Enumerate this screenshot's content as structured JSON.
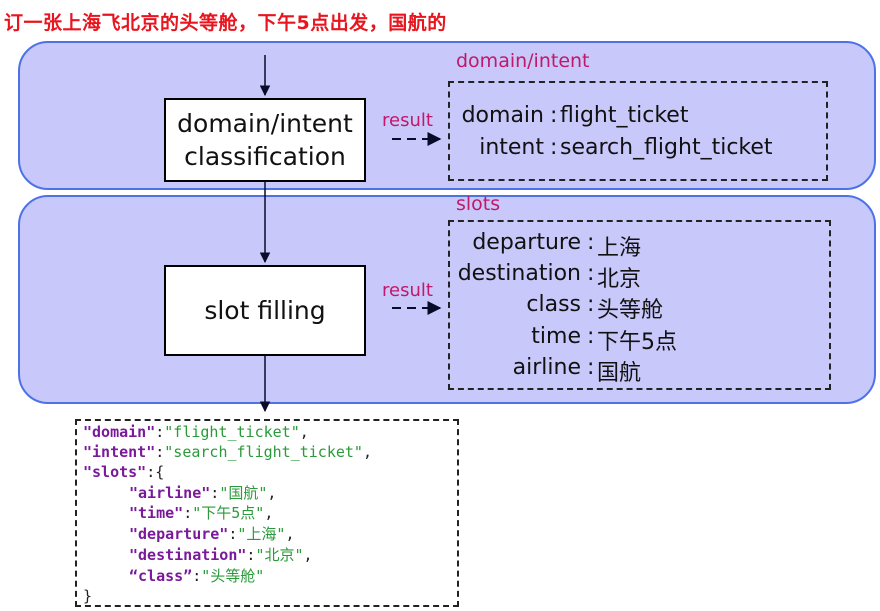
{
  "title": "订一张上海飞北京的头等舱，下午5点出发，国航的",
  "stages": [
    {
      "panel_label": "domain/intent",
      "box_label": "domain/intent\nclassification",
      "result_label": "result",
      "results": [
        {
          "key": "domain",
          "value": "flight_ticket"
        },
        {
          "key": "intent",
          "value": "search_flight_ticket"
        }
      ]
    },
    {
      "panel_label": "slots",
      "box_label": "slot filling",
      "result_label": "result",
      "results": [
        {
          "key": "departure",
          "value": "上海"
        },
        {
          "key": "destination",
          "value": "北京"
        },
        {
          "key": "class",
          "value": "头等舱"
        },
        {
          "key": "time",
          "value": "下午5点"
        },
        {
          "key": "airline",
          "value": "国航"
        }
      ]
    }
  ],
  "json_output": {
    "domain_key": "\"domain\"",
    "domain_value": "\"flight_ticket\"",
    "intent_key": "\"intent\"",
    "intent_value": "\"search_flight_ticket\"",
    "slots_key": "\"slots\"",
    "slots": [
      {
        "key": "\"airline\"",
        "value": "\"国航\""
      },
      {
        "key": "\"time\"",
        "value": "\"下午5点\""
      },
      {
        "key": "\"departure\"",
        "value": "\"上海\""
      },
      {
        "key": "\"destination\"",
        "value": "\"北京\""
      },
      {
        "key": "“class”",
        "value": "\"头等舱\""
      }
    ],
    "close_brace": "}"
  },
  "colors": {
    "title": "#e8141e",
    "panel_fill": "#c8c8fa",
    "panel_border": "#4d72e6",
    "label": "#c0186a",
    "json_key": "#7a1a9a",
    "json_value": "#2a9a3a"
  }
}
